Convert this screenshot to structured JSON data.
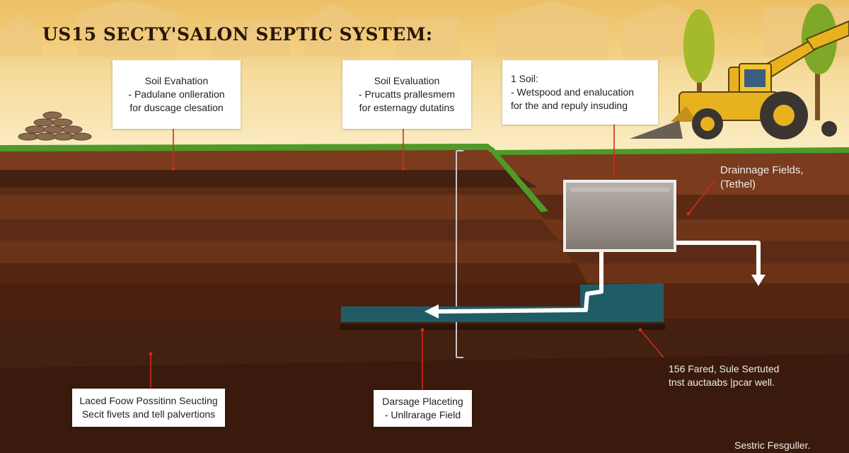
{
  "title": "US15 SECTY'SALON SEPTIC SYSTEM:",
  "callouts": {
    "top_left": {
      "line1": "Soil Evahation",
      "line2": "- Padulane onlleration",
      "line3": "for duscage clesation"
    },
    "top_middle": {
      "line1": "Soil Evaluation",
      "line2": "- Prucatts prallesmem",
      "line3": "for esternagy dutatins"
    },
    "top_right": {
      "line1": "1 Soil:",
      "line2": "- Wetspood and enalucation",
      "line3": "for the and repuly insuding"
    },
    "bottom_left": {
      "line1": "Laced Foow Possitinn Seucting",
      "line2": "Secit fivets and tell palvertions"
    },
    "bottom_middle": {
      "line1": "Darsage Placeting",
      "line2": "- Unllrarage Field"
    }
  },
  "labels": {
    "drainage": {
      "line1": "Drainnage Fields,",
      "line2": "(Tethel)"
    },
    "field_note": {
      "line1": "156 Fared, Sule Sertuted",
      "line2": "tnst auctaabs |pcar well."
    },
    "footer": "Sestric Fesguller."
  },
  "colors": {
    "accent_red": "#d22a1a",
    "pipe": "#ffffff",
    "water": "#1f5c66",
    "grass": "#4f9a28"
  }
}
